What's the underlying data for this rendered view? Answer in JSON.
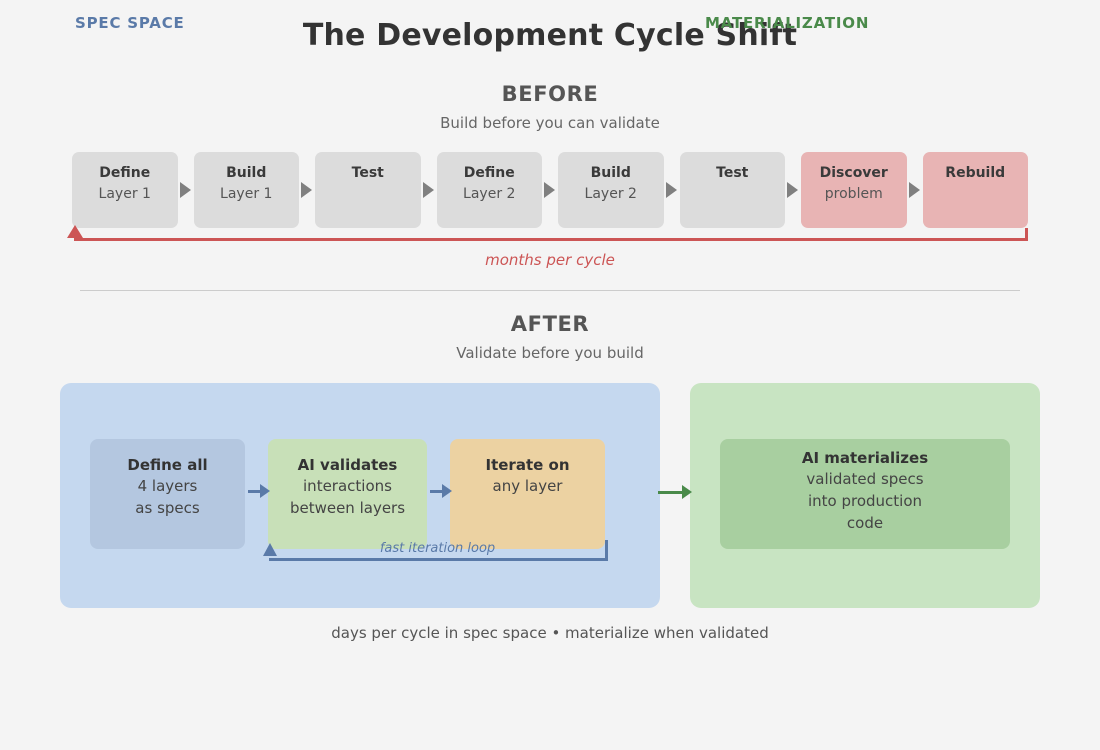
{
  "title": "The Development Cycle Shift",
  "before": {
    "heading": "BEFORE",
    "subheading": "Build before you can validate",
    "steps": [
      {
        "title": "Define",
        "sub": "Layer 1",
        "tone": "gray"
      },
      {
        "title": "Build",
        "sub": "Layer 1",
        "tone": "gray"
      },
      {
        "title": "Test",
        "sub": "",
        "tone": "gray"
      },
      {
        "title": "Define",
        "sub": "Layer 2",
        "tone": "gray"
      },
      {
        "title": "Build",
        "sub": "Layer 2",
        "tone": "gray"
      },
      {
        "title": "Test",
        "sub": "",
        "tone": "gray"
      },
      {
        "title": "Discover",
        "sub": "problem",
        "tone": "pink"
      },
      {
        "title": "Rebuild",
        "sub": "",
        "tone": "pink"
      }
    ],
    "loop_label": "months per cycle",
    "loop_color": "#cc5555"
  },
  "after": {
    "heading": "AFTER",
    "subheading": "Validate before you build",
    "spec_panel": {
      "header": "SPEC SPACE",
      "header_color": "#5a7aa8",
      "background": "#c5d8ef",
      "cards": [
        {
          "title": "Define all",
          "lines": [
            "4 layers",
            "as specs"
          ],
          "background": "#b4c7e0"
        },
        {
          "title": "AI validates",
          "lines": [
            "interactions",
            "between layers"
          ],
          "background": "#c8e0b8"
        },
        {
          "title": "Iterate on",
          "lines": [
            "any layer"
          ],
          "background": "#ecd2a2"
        }
      ],
      "loop_label": "fast iteration loop"
    },
    "mat_panel": {
      "header": "MATERIALIZATION",
      "header_color": "#4a8a4a",
      "background": "#c8e4c2",
      "card": {
        "title": "AI materializes",
        "lines": [
          "validated specs",
          "into production",
          "code"
        ],
        "background": "#a8cfa0"
      }
    },
    "arrow_color": "#4a8a4a"
  },
  "footer": "days per cycle in spec space  •  materialize when validated"
}
